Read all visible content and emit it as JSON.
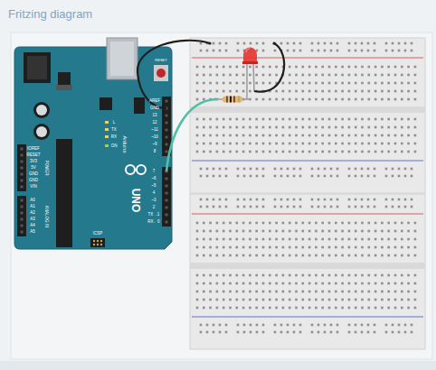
{
  "diagram": {
    "title": "Fritzing diagram",
    "labels": [
      "RESET",
      "L",
      "TX",
      "RX",
      "ON",
      "Arduino",
      "UNO",
      "ICSP",
      "AREF",
      "GND",
      "13",
      "12",
      "~11",
      "~10",
      "~9",
      "8",
      "7",
      "~6",
      "~5",
      "4",
      "~3",
      "2",
      "TX→1",
      "RX←0",
      "IOREF",
      "RESET",
      "3V3",
      "5V",
      "GND",
      "GND",
      "VIN",
      "A0",
      "A1",
      "A2",
      "A3",
      "A4",
      "A5",
      "POWER",
      "ANALOG IN"
    ]
  }
}
